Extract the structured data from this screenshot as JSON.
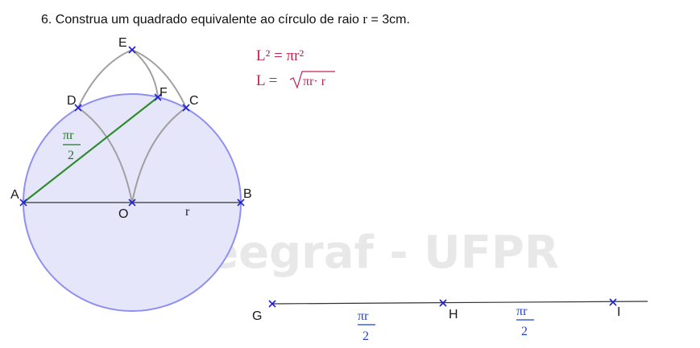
{
  "title": {
    "before": "6. Construa um quadrado equivalente ao círculo de raio ",
    "var": "r",
    "after": " = 3cm."
  },
  "points": {
    "A": "A",
    "B": "B",
    "C": "C",
    "D": "D",
    "E": "E",
    "F": "F",
    "O": "O",
    "G": "G",
    "H": "H",
    "I": "I"
  },
  "labels": {
    "r": "r",
    "pi_r": "πr",
    "two": "2"
  },
  "formulas": {
    "line1": "L² = πr²",
    "line2_prefix": "L = ",
    "line2_radicand": "πr· r"
  },
  "watermark": "geegraf - UFPR",
  "colors": {
    "circle_stroke": "#8f8ff0",
    "circle_fill": "#e6e6fb",
    "arcs": "#a0a0a0",
    "segment_AF": "#2e8b2e",
    "points": "#1f1fd6",
    "formula": "#c0244f",
    "frac_green": "#1f7a1f",
    "frac_blue": "#1f3fd6"
  }
}
